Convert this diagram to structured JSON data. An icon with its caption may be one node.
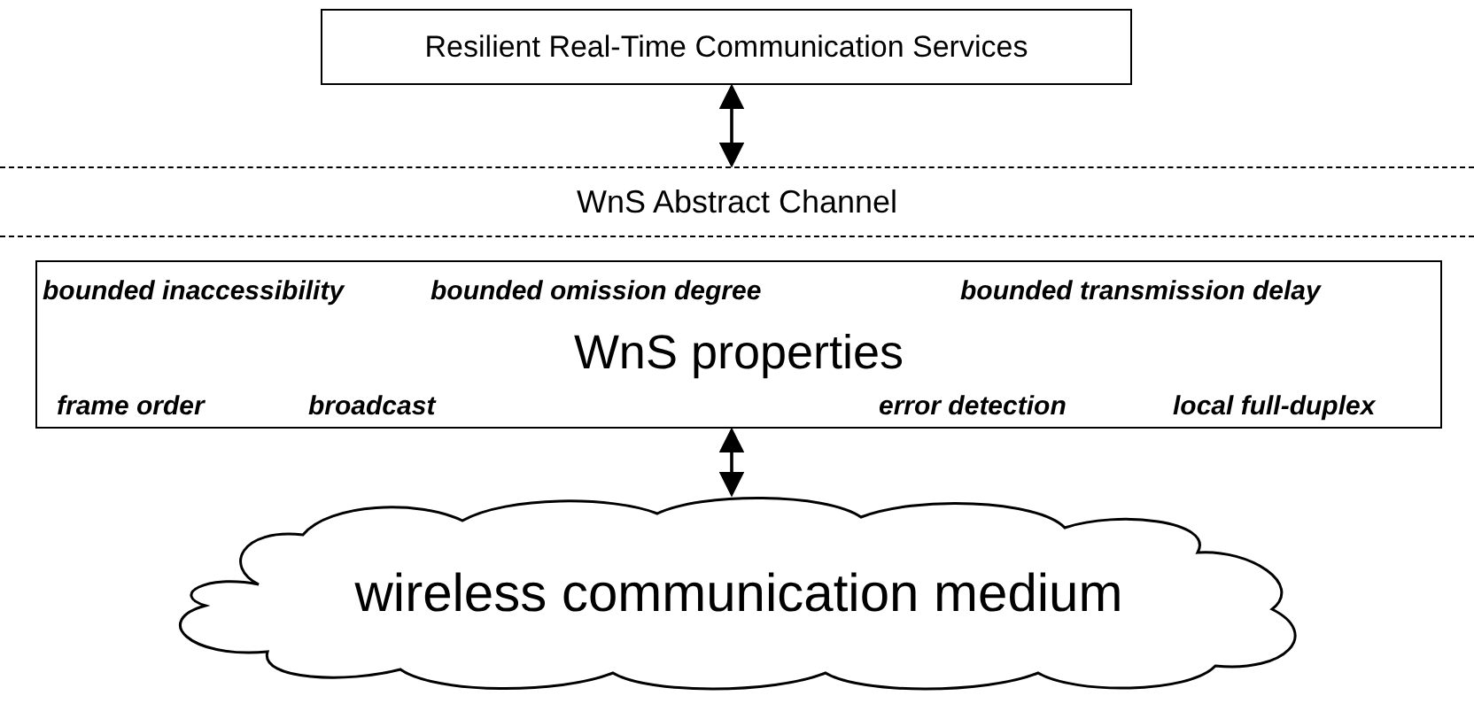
{
  "diagram": {
    "nodes": [
      {
        "text": [
          "Resilient Real-Time Communication Services"
        ]
      },
      {
        "text": [
          "WnS Abstract Channel"
        ]
      },
      {
        "text": [
          "bounded inaccessibility",
          "bounded omission degree",
          "bounded transmission delay",
          "WnS properties",
          "frame order",
          "broadcast",
          "error detection",
          "local full-duplex"
        ]
      },
      {
        "text": [
          "wireless communication medium"
        ]
      }
    ],
    "edges": [
      {
        "from": 0,
        "to": 1,
        "arrow": "both"
      },
      {
        "from": 2,
        "to": 3,
        "arrow": "both"
      }
    ]
  }
}
